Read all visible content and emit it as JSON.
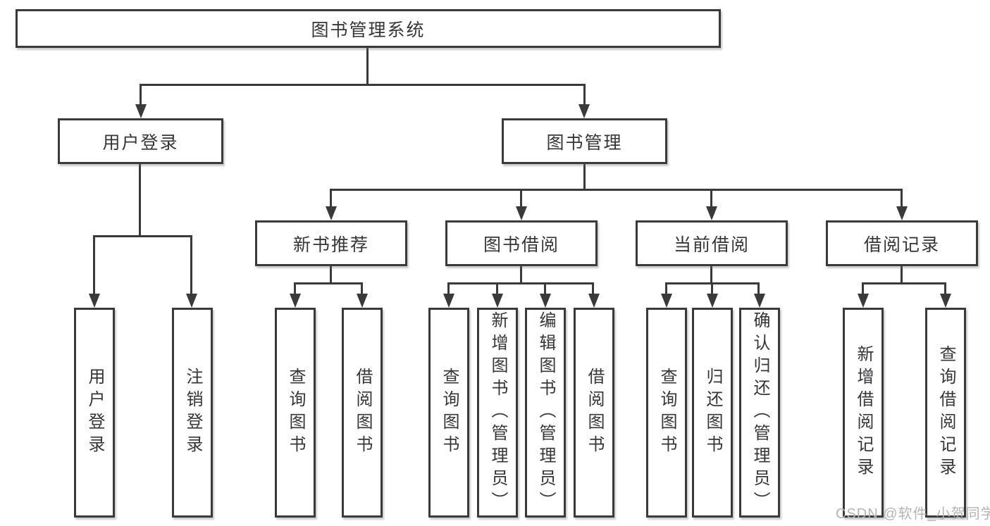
{
  "diagram_type": "hierarchy-tree",
  "colors": {
    "line": "#3a3a3c",
    "text": "#35363a",
    "background": "#ffffff",
    "watermark": "#b4b4b4"
  },
  "tree": {
    "root": "图书管理系统",
    "children": [
      {
        "label": "用户登录",
        "children": [
          {
            "label": "用户登录"
          },
          {
            "label": "注销登录"
          }
        ]
      },
      {
        "label": "图书管理",
        "children": [
          {
            "label": "新书推荐",
            "children": [
              {
                "label": "查询图书"
              },
              {
                "label": "借阅图书"
              }
            ]
          },
          {
            "label": "图书借阅",
            "children": [
              {
                "label": "查询图书"
              },
              {
                "label": "新增图书（管理员）"
              },
              {
                "label": "编辑图书（管理员）"
              },
              {
                "label": "借阅图书"
              }
            ]
          },
          {
            "label": "当前借阅",
            "children": [
              {
                "label": "查询图书"
              },
              {
                "label": "归还图书"
              },
              {
                "label": "确认归还（管理员）"
              }
            ]
          },
          {
            "label": "借阅记录",
            "children": [
              {
                "label": "新增借阅记录"
              },
              {
                "label": "查询借阅记录"
              }
            ]
          }
        ]
      }
    ]
  },
  "watermark": {
    "text": "CSDN @软件_小贺同学"
  }
}
